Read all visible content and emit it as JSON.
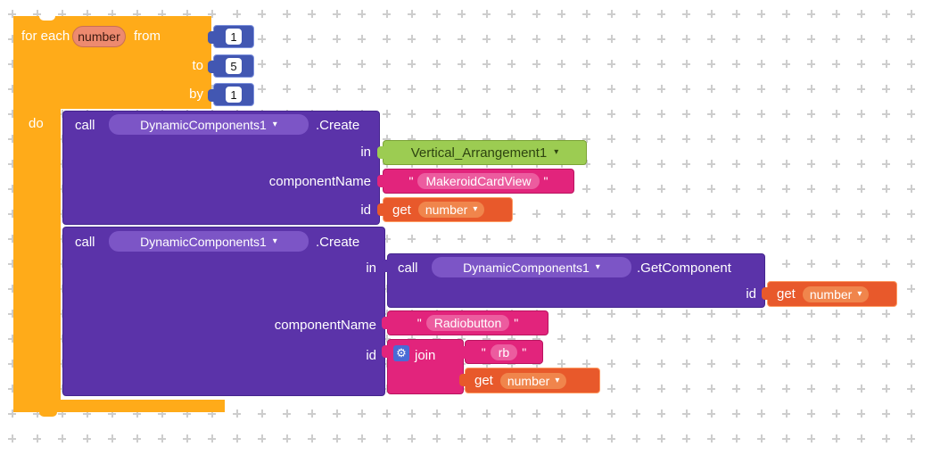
{
  "icons": {
    "dropdown_arrow": "▾",
    "gear": "⚙"
  },
  "punctuation": {
    "quote": "\""
  },
  "colors": {
    "loop_orange": "#FFAB19",
    "math_blue": "#4257B2",
    "method_purple": "#5B33A9",
    "component_green": "#9CCC52",
    "text_pink": "#E2247C",
    "variable_orange": "#E8592B",
    "grid_cross": "#cdcdcd",
    "workspace_background": "#ffffff"
  },
  "for_each_block": {
    "for_each": "for each",
    "variable": "number",
    "from": "from",
    "from_value": "1",
    "to": "to",
    "to_value": "5",
    "by": "by",
    "by_value": "1",
    "do": "do"
  },
  "create_card_block": {
    "call": "call",
    "component": "DynamicComponents1",
    "method": ".Create",
    "in_label": "in",
    "in_value": "Vertical_Arrangement1",
    "component_name_label": "componentName",
    "component_name_value": "MakeroidCardView",
    "id_label": "id",
    "id_get": "get",
    "id_var": "number"
  },
  "create_radio_block": {
    "call": "call",
    "component": "DynamicComponents1",
    "method": ".Create",
    "in_label": "in",
    "component_name_label": "componentName",
    "component_name_value": "Radiobutton",
    "id_label": "id",
    "get_component": {
      "call": "call",
      "component": "DynamicComponents1",
      "method": ".GetComponent",
      "id_label": "id",
      "id_get": "get",
      "id_var": "number"
    },
    "join": {
      "label": "join",
      "string1": "rb",
      "get": "get",
      "var": "number"
    }
  }
}
